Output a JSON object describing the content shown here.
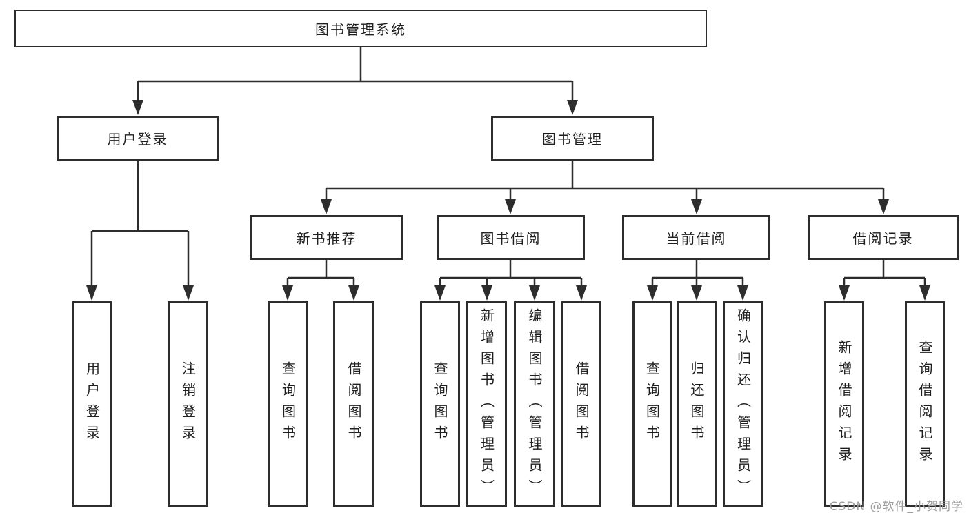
{
  "colors": {
    "line": "#2d2d2d",
    "box-border": "#2d2d2d",
    "box-bg": "#ffffff",
    "text": "#1f1f1f",
    "watermark": "#9d9d9d",
    "page-bg": "#ffffff"
  },
  "tree": {
    "label": "图书管理系统",
    "children": [
      {
        "label": "用户登录",
        "children": [
          {
            "label": "用户登录"
          },
          {
            "label": "注销登录"
          }
        ]
      },
      {
        "label": "图书管理",
        "children": [
          {
            "label": "新书推荐",
            "children": [
              {
                "label": "查询图书"
              },
              {
                "label": "借阅图书"
              }
            ]
          },
          {
            "label": "图书借阅",
            "children": [
              {
                "label": "查询图书"
              },
              {
                "label": "新增图书（管理员）"
              },
              {
                "label": "编辑图书（管理员）"
              },
              {
                "label": "借阅图书"
              }
            ]
          },
          {
            "label": "当前借阅",
            "children": [
              {
                "label": "查询图书"
              },
              {
                "label": "归还图书"
              },
              {
                "label": "确认归还（管理员）"
              }
            ]
          },
          {
            "label": "借阅记录",
            "children": [
              {
                "label": "新增借阅记录"
              },
              {
                "label": "查询借阅记录"
              }
            ]
          }
        ]
      }
    ]
  },
  "watermark": {
    "text": "CSDN @软件_小贺同学"
  }
}
